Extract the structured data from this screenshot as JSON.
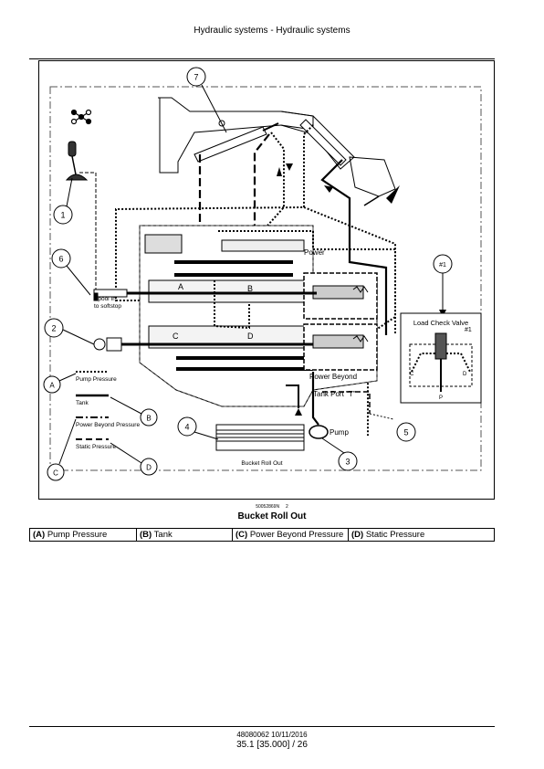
{
  "header": {
    "title": "Hydraulic systems - Hydraulic systems"
  },
  "figure": {
    "callouts": [
      "1",
      "2",
      "3",
      "4",
      "5",
      "6",
      "7"
    ],
    "callout_load_check": "#1",
    "legend_letters": [
      "A",
      "B",
      "C",
      "D"
    ],
    "legend_lines": [
      "Pump Pressure",
      "Tank",
      "Power Beyond Pressure",
      "Static Pressure"
    ],
    "spool_label_1": "Spool In",
    "spool_label_2": "to softstop",
    "valve_letters": [
      "A",
      "B",
      "C",
      "D"
    ],
    "power_label": "Power",
    "power_beyond_label": "Power Beyond",
    "tank_port_label": "Tank Port \"T\"",
    "pump_label": "Pump",
    "tank_caption": "Bucket Roll Out",
    "load_check_title": "Load Check Valve",
    "load_check_number": "#1",
    "inset_letters": [
      "C",
      "D",
      "P"
    ],
    "figure_id": "50052869N",
    "figure_number": "2",
    "caption": "Bucket Roll Out"
  },
  "legend_table": [
    {
      "key": "(A)",
      "text": "Pump Pressure"
    },
    {
      "key": "(B)",
      "text": "Tank"
    },
    {
      "key": "(C)",
      "text": "Power Beyond Pressure"
    },
    {
      "key": "(D)",
      "text": "Static Pressure"
    }
  ],
  "footer": {
    "doc": "48080062 10/11/2016",
    "page": "35.1 [35.000] / 26"
  }
}
